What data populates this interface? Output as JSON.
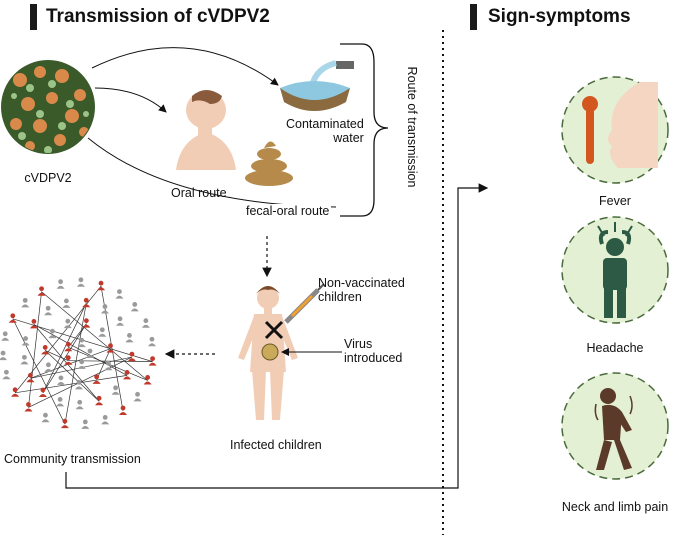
{
  "left_section": {
    "title": "Transmission of cVDPV2",
    "virus_label": "cVDPV2",
    "oral_route": "Oral route",
    "contaminated_water": "Contaminated\nwater",
    "fecal_oral_route": "fecal-oral route",
    "route_of_transmission": "Route of transmission",
    "non_vaccinated": "Non-vaccinated\nchildren",
    "virus_introduced": "Virus\nintroduced",
    "infected_children": "Infected children",
    "community_transmission": "Community transmission"
  },
  "right_section": {
    "title": "Sign-symptoms",
    "symptoms": [
      {
        "label": "Fever",
        "icon": "fever-thermometer-icon"
      },
      {
        "label": "Headache",
        "icon": "headache-person-icon"
      },
      {
        "label": "Neck and limb pain",
        "icon": "body-pain-person-icon"
      }
    ]
  },
  "colors": {
    "circle_fill": "#e3f0d3",
    "circle_dash": "#4a6b3c",
    "headache_figure": "#2d5a44",
    "pain_figure": "#5b3a29",
    "thermometer": "#d3561f",
    "network_red": "#c0392b",
    "network_gray": "#9a9a9a"
  }
}
